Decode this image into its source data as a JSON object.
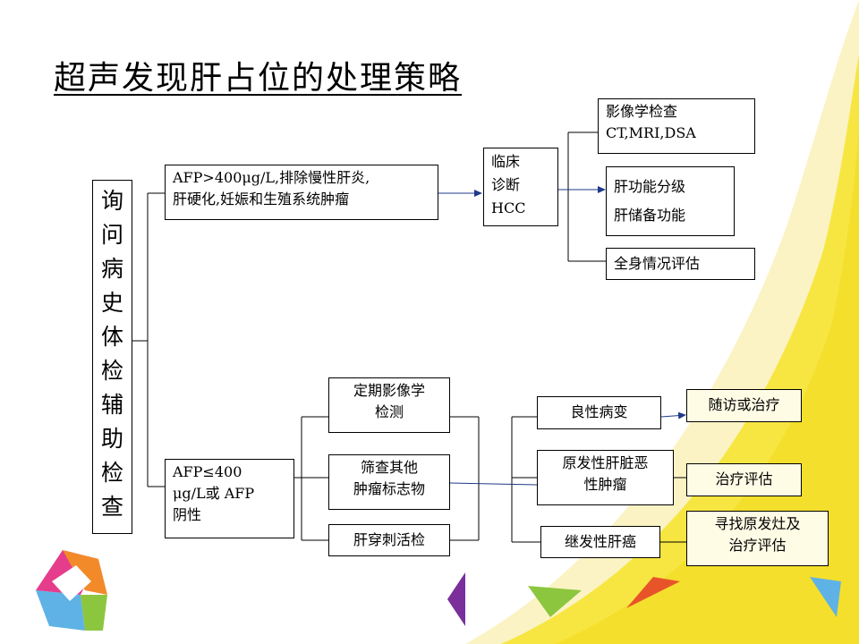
{
  "title": "超声发现肝占位的处理策略",
  "root": {
    "chars": [
      "询",
      "问",
      "病",
      "史",
      "体",
      "检",
      "辅",
      "助",
      "检",
      "查"
    ]
  },
  "branch_high": {
    "condition": "AFP>400μg/L,排除慢性肝炎,\n肝硬化,妊娠和生殖系统肿瘤",
    "diagnosis": "临床\n诊断\nHCC",
    "steps": [
      "影像学检查\nCT,MRI,DSA",
      "肝功能分级\n肝储备功能",
      "全身情况评估"
    ]
  },
  "branch_low": {
    "condition": "AFP≤400\nμg/L或 AFP\n阴性",
    "exams": [
      "定期影像学\n检测",
      "筛查其他\n肿瘤标志物",
      "肝穿刺活检"
    ],
    "results": [
      "良性病变",
      "原发性肝脏恶\n性肿瘤",
      "继发性肝癌"
    ],
    "actions": [
      "随访或治疗",
      "治疗评估",
      "寻找原发灶及\n治疗评估"
    ]
  },
  "colors": {
    "accent_yellow": "#f7e642",
    "cream_fill": "#fffce6",
    "connector_blue": "#1f3a8a"
  }
}
